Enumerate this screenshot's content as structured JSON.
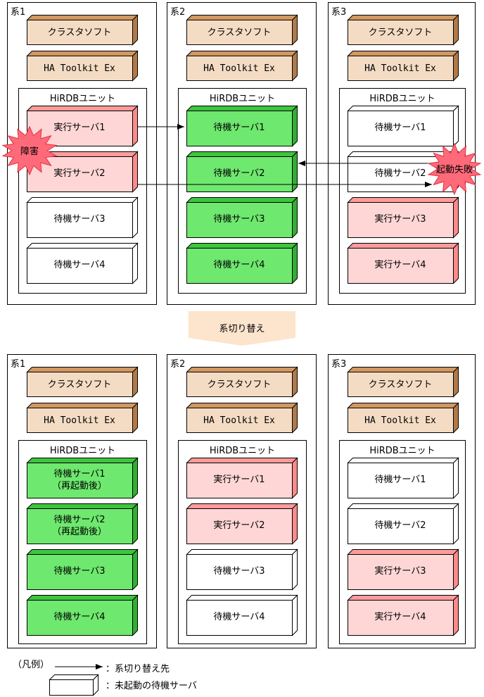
{
  "labels": {
    "cluster_soft": "クラスタソフト",
    "ha_toolkit": "HA Toolkit Ex",
    "hirdb_unit": "HiRDBユニット",
    "switch_label": "系切り替え"
  },
  "colors": {
    "cluster_soft": "#f4dcc4",
    "active": "#ffd6d6",
    "standby": "#6ee86e",
    "unstarted": "#ffffff",
    "transition": "#fde4cc"
  },
  "before": [
    {
      "system": "系1",
      "servers": [
        {
          "label": "実行サーバ1",
          "sub": "",
          "state": "active"
        },
        {
          "label": "実行サーバ2",
          "sub": "",
          "state": "active"
        },
        {
          "label": "待機サーバ3",
          "sub": "",
          "state": "unstarted"
        },
        {
          "label": "待機サーバ4",
          "sub": "",
          "state": "unstarted"
        }
      ]
    },
    {
      "system": "系2",
      "servers": [
        {
          "label": "待機サーバ1",
          "sub": "",
          "state": "standby"
        },
        {
          "label": "待機サーバ2",
          "sub": "",
          "state": "standby"
        },
        {
          "label": "待機サーバ3",
          "sub": "",
          "state": "standby"
        },
        {
          "label": "待機サーバ4",
          "sub": "",
          "state": "standby"
        }
      ]
    },
    {
      "system": "系3",
      "servers": [
        {
          "label": "待機サーバ1",
          "sub": "",
          "state": "unstarted"
        },
        {
          "label": "待機サーバ2",
          "sub": "",
          "state": "unstarted"
        },
        {
          "label": "実行サーバ3",
          "sub": "",
          "state": "active"
        },
        {
          "label": "実行サーバ4",
          "sub": "",
          "state": "active"
        }
      ]
    }
  ],
  "after": [
    {
      "system": "系1",
      "servers": [
        {
          "label": "待機サーバ1",
          "sub": "（再起動後）",
          "state": "standby"
        },
        {
          "label": "待機サーバ2",
          "sub": "（再起動後）",
          "state": "standby"
        },
        {
          "label": "待機サーバ3",
          "sub": "",
          "state": "standby"
        },
        {
          "label": "待機サーバ4",
          "sub": "",
          "state": "standby"
        }
      ]
    },
    {
      "system": "系2",
      "servers": [
        {
          "label": "実行サーバ1",
          "sub": "",
          "state": "active"
        },
        {
          "label": "実行サーバ2",
          "sub": "",
          "state": "active"
        },
        {
          "label": "待機サーバ3",
          "sub": "",
          "state": "unstarted"
        },
        {
          "label": "待機サーバ4",
          "sub": "",
          "state": "unstarted"
        }
      ]
    },
    {
      "system": "系3",
      "servers": [
        {
          "label": "待機サーバ1",
          "sub": "",
          "state": "unstarted"
        },
        {
          "label": "待機サーバ2",
          "sub": "",
          "state": "unstarted"
        },
        {
          "label": "実行サーバ3",
          "sub": "",
          "state": "active"
        },
        {
          "label": "実行サーバ4",
          "sub": "",
          "state": "active"
        }
      ]
    }
  ],
  "callouts": {
    "failure": "障害",
    "start_failure": "起動失敗"
  },
  "legend": {
    "title": "（凡例）",
    "arrow_text": "：系切り替え先",
    "box_text": "：未起動の待機サーバ"
  }
}
